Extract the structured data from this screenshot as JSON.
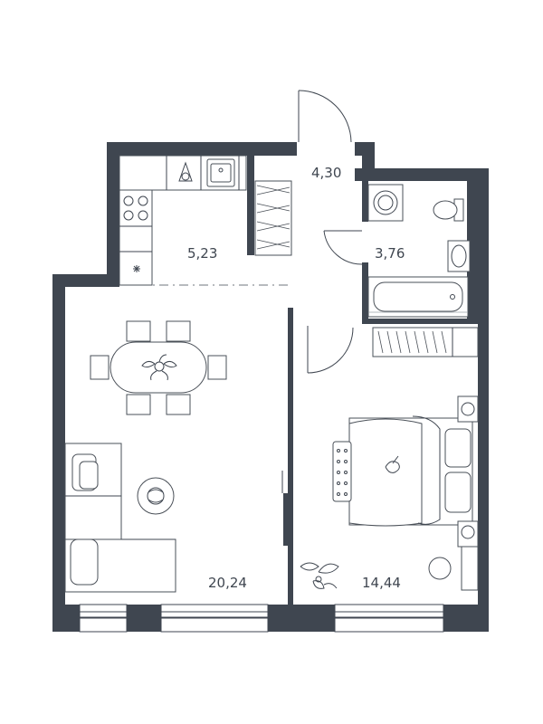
{
  "rooms": {
    "hall": {
      "area": "4,30"
    },
    "kitchen": {
      "area": "5,23"
    },
    "bathroom": {
      "area": "3,76"
    },
    "living": {
      "area": "20,24"
    },
    "bedroom": {
      "area": "14,44"
    }
  },
  "colors": {
    "wall": "#3f4650",
    "line": "#4a5058",
    "background": "#ffffff"
  },
  "icons": {
    "plant": "plant-icon",
    "snowflake": "snowflake-icon"
  }
}
